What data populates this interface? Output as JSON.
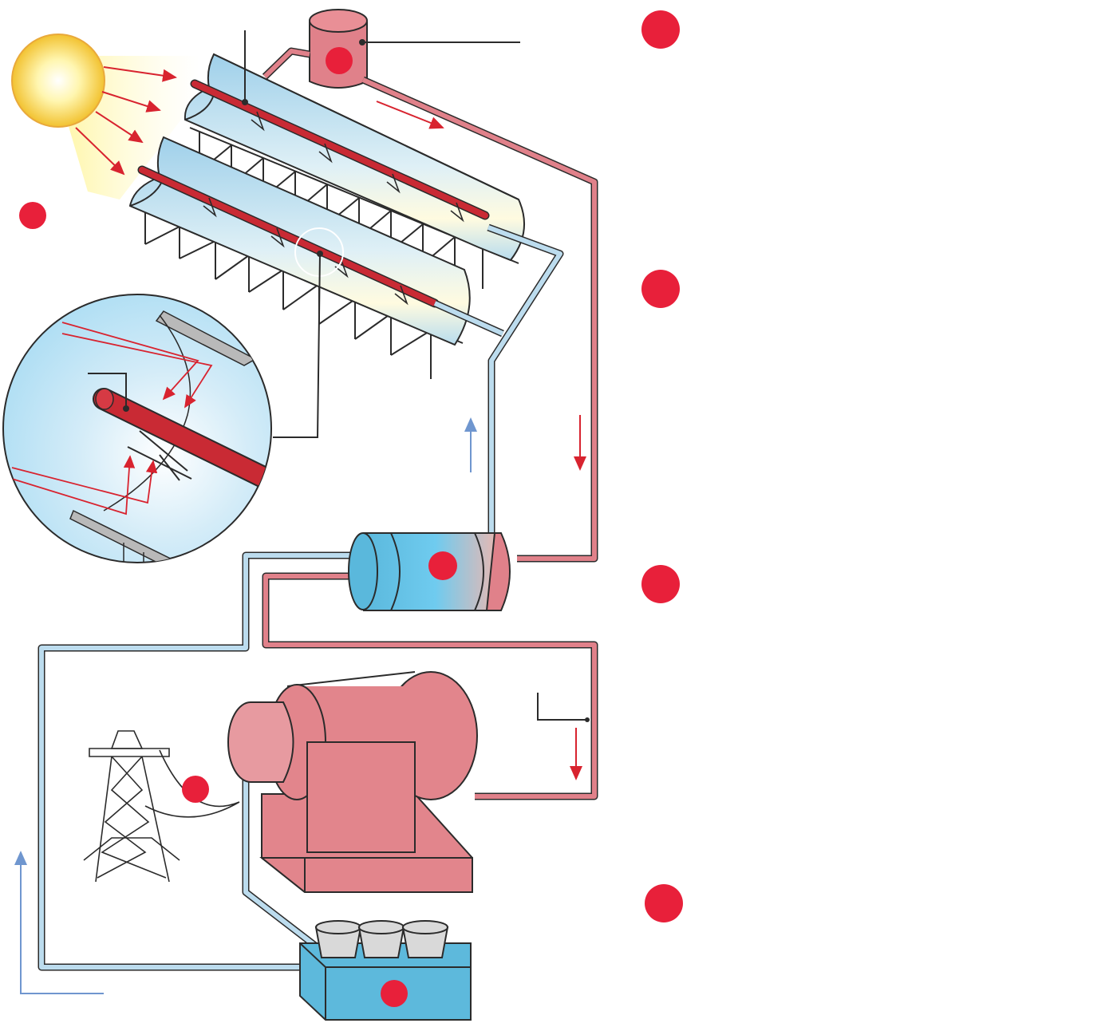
{
  "diagram": {
    "description_visible_text": "",
    "colors": {
      "hot_pipe": "#e0818a",
      "cold_pipe": "#bcdcee",
      "outline": "#2b2b2b",
      "flow_arrow_hot": "#d8232f",
      "flow_arrow_cold": "#6f96cf",
      "marker": "#e8203a",
      "sun_core": "#fffbe0",
      "sun_edge": "#f2c230",
      "heat_exchanger_cold": "#5ab8dc",
      "turbine": "#e2858c",
      "cooling_tank": "#5db9dc",
      "receiver_tube": "#c92a34"
    },
    "components": [
      {
        "id": "sun",
        "icon": "sun-icon"
      },
      {
        "id": "parabolic-trough-collectors",
        "icon": "trough-mirror-icon"
      },
      {
        "id": "expansion-tank",
        "icon": "tank-icon"
      },
      {
        "id": "heat-exchanger",
        "icon": "heat-exchanger-icon"
      },
      {
        "id": "steam-turbine-generator",
        "icon": "turbine-icon"
      },
      {
        "id": "cooling-unit",
        "icon": "cooling-tower-icon"
      },
      {
        "id": "power-pylon",
        "icon": "pylon-icon"
      },
      {
        "id": "receiver-detail",
        "icon": "magnifier-detail-icon"
      }
    ],
    "markers": [
      {
        "id": "marker-right-1"
      },
      {
        "id": "marker-right-2"
      },
      {
        "id": "marker-right-3"
      },
      {
        "id": "marker-right-4"
      },
      {
        "id": "marker-sun"
      },
      {
        "id": "marker-tank"
      },
      {
        "id": "marker-exchanger"
      },
      {
        "id": "marker-generator"
      },
      {
        "id": "marker-cooling"
      }
    ]
  }
}
